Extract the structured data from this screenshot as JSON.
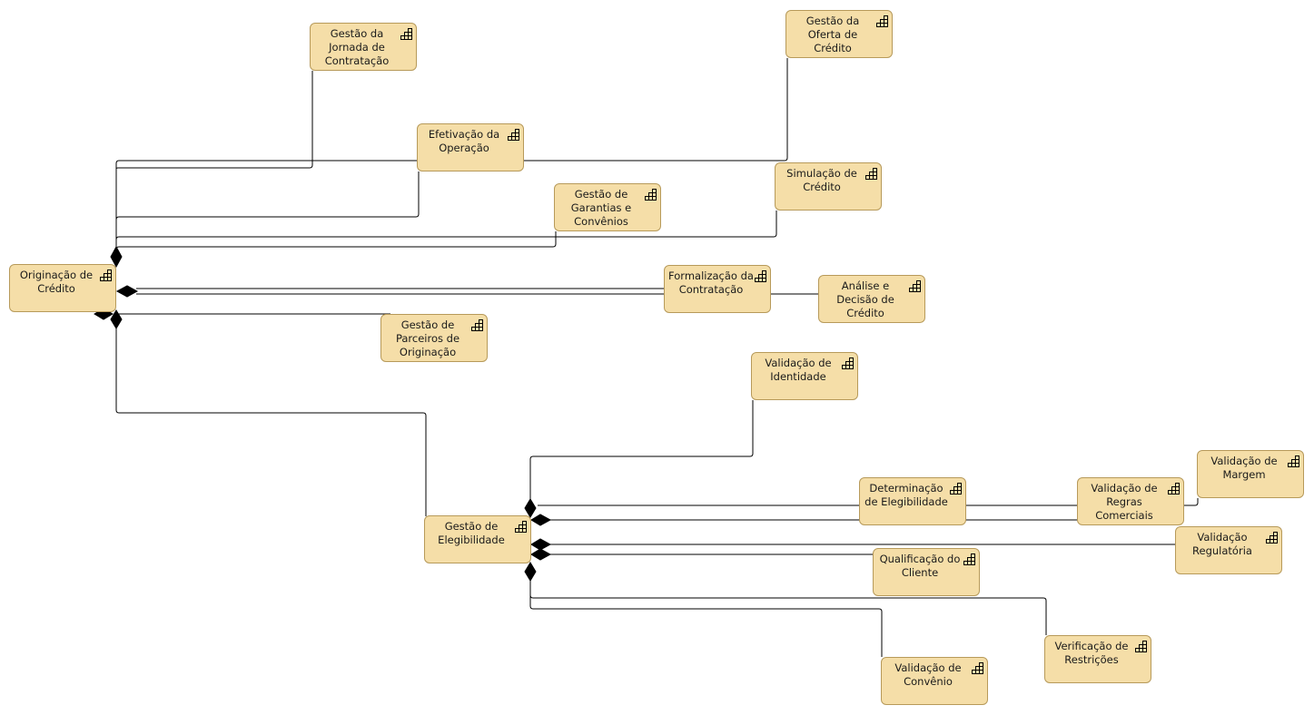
{
  "diagram": {
    "nodes": [
      {
        "id": "originacao",
        "label": "Originação de Crédito"
      },
      {
        "id": "jornada",
        "label": "Gestão da Jornada de Contratação"
      },
      {
        "id": "oferta",
        "label": "Gestão da Oferta de Crédito"
      },
      {
        "id": "efetivacao",
        "label": "Efetivação da Operação"
      },
      {
        "id": "simulacao",
        "label": "Simulação de Crédito"
      },
      {
        "id": "garantias",
        "label": "Gestão de Garantias e Convênios"
      },
      {
        "id": "formalizacao",
        "label": "Formalização da Contratação"
      },
      {
        "id": "analise",
        "label": "Análise e Decisão de Crédito"
      },
      {
        "id": "parceiros",
        "label": "Gestão de Parceiros de Originação"
      },
      {
        "id": "identidade",
        "label": "Validação de Identidade"
      },
      {
        "id": "elegibilidade",
        "label": "Gestão de Elegibilidade"
      },
      {
        "id": "determinacao",
        "label": "Determinação de Elegibilidade"
      },
      {
        "id": "regras",
        "label": "Validação de Regras Comerciais"
      },
      {
        "id": "margem",
        "label": "Validação de Margem"
      },
      {
        "id": "regulatoria",
        "label": "Validação Regulatória"
      },
      {
        "id": "qualificacao",
        "label": "Qualificação do Cliente"
      },
      {
        "id": "restricoes",
        "label": "Verificação de Restrições"
      },
      {
        "id": "convenio",
        "label": "Validação de Convênio"
      }
    ],
    "edges": [
      {
        "from": "originacao",
        "to": "jornada",
        "type": "composition"
      },
      {
        "from": "originacao",
        "to": "oferta",
        "type": "composition"
      },
      {
        "from": "originacao",
        "to": "efetivacao",
        "type": "composition"
      },
      {
        "from": "originacao",
        "to": "simulacao",
        "type": "composition"
      },
      {
        "from": "originacao",
        "to": "garantias",
        "type": "composition"
      },
      {
        "from": "originacao",
        "to": "formalizacao",
        "type": "composition"
      },
      {
        "from": "originacao",
        "to": "analise",
        "type": "composition"
      },
      {
        "from": "originacao",
        "to": "parceiros",
        "type": "composition"
      },
      {
        "from": "originacao",
        "to": "elegibilidade",
        "type": "composition"
      },
      {
        "from": "elegibilidade",
        "to": "identidade",
        "type": "composition"
      },
      {
        "from": "elegibilidade",
        "to": "determinacao",
        "type": "composition"
      },
      {
        "from": "elegibilidade",
        "to": "margem",
        "type": "composition"
      },
      {
        "from": "elegibilidade",
        "to": "regras",
        "type": "composition"
      },
      {
        "from": "elegibilidade",
        "to": "regulatoria",
        "type": "composition"
      },
      {
        "from": "elegibilidade",
        "to": "qualificacao",
        "type": "composition"
      },
      {
        "from": "elegibilidade",
        "to": "restricoes",
        "type": "composition"
      },
      {
        "from": "elegibilidade",
        "to": "convenio",
        "type": "composition"
      }
    ]
  }
}
